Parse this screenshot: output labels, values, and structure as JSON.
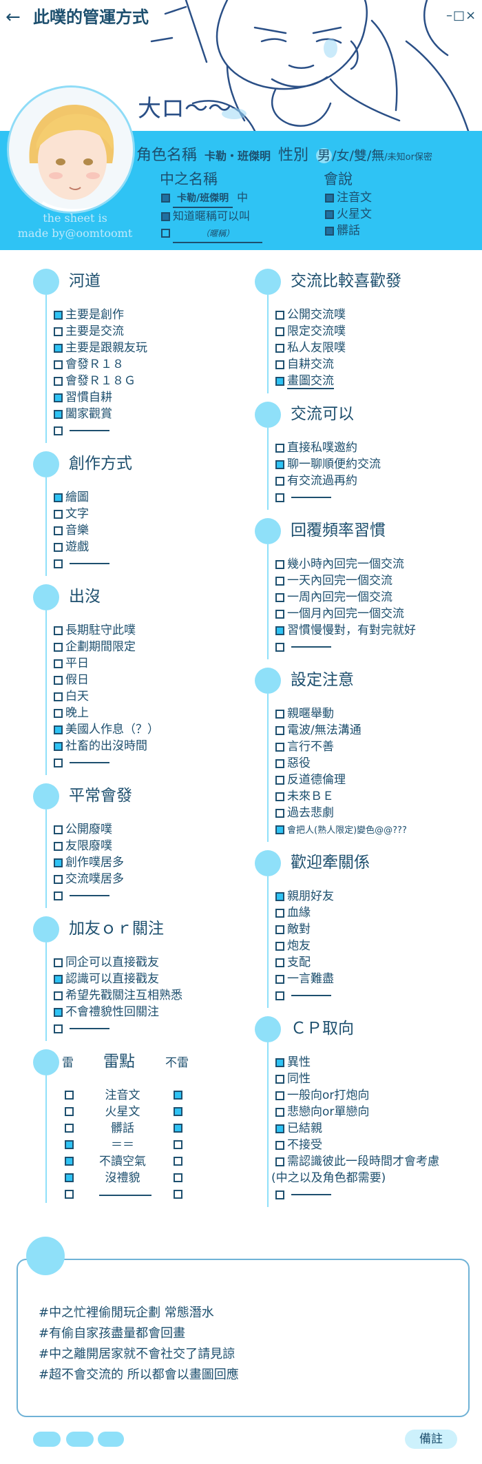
{
  "header": {
    "back_icon": "arrow-left-icon",
    "title": "此噗的管運方式",
    "window_controls": "–□×",
    "art_text": "大ロ～～"
  },
  "profile": {
    "name_label": "角色名稱",
    "name_value": "卡勒・班傑明",
    "gender_label": "性別",
    "gender_options": [
      "男",
      "/女",
      "/雙",
      "/無",
      "/未知or保密"
    ],
    "gender_selected": "男",
    "call_label": "中之名稱",
    "call_items": [
      {
        "checked": true,
        "text": "卡勒/班傑明",
        "suffix": "中"
      },
      {
        "checked": true,
        "text": "知道暱稱可以叫",
        "suffix": ""
      },
      {
        "checked": false,
        "text": "（暱稱）",
        "suffix": ""
      }
    ],
    "speak_label": "會說",
    "speak_items": [
      "注音文",
      "火星文",
      "髒話"
    ],
    "credit": [
      "the sheet is",
      "made by@oomtoomt"
    ]
  },
  "left_sections": [
    {
      "title": "河道",
      "items": [
        {
          "state": "cy",
          "text": "主要是創作"
        },
        {
          "state": "off",
          "text": "主要是交流"
        },
        {
          "state": "cy",
          "text": "主要是跟親友玩"
        },
        {
          "state": "off",
          "text": "會發Ｒ１８"
        },
        {
          "state": "off",
          "text": "會發Ｒ１８Ｇ"
        },
        {
          "state": "cy",
          "text": "習慣自耕"
        },
        {
          "state": "cy",
          "text": "闔家觀賞"
        },
        {
          "state": "off",
          "text": "",
          "blank": true
        }
      ]
    },
    {
      "title": "創作方式",
      "items": [
        {
          "state": "cy",
          "text": "繪圖"
        },
        {
          "state": "off",
          "text": "文字"
        },
        {
          "state": "off",
          "text": "音樂"
        },
        {
          "state": "off",
          "text": "遊戲"
        },
        {
          "state": "off",
          "text": "",
          "blank": true
        }
      ]
    },
    {
      "title": "出沒",
      "items": [
        {
          "state": "off",
          "text": "長期駐守此噗"
        },
        {
          "state": "off",
          "text": "企劃期間限定"
        },
        {
          "state": "off",
          "text": "平日"
        },
        {
          "state": "off",
          "text": "假日"
        },
        {
          "state": "off",
          "text": "白天"
        },
        {
          "state": "off",
          "text": "晚上"
        },
        {
          "state": "cy",
          "text": "美國人作息（？）"
        },
        {
          "state": "cy",
          "text": "社畜的出沒時間"
        },
        {
          "state": "off",
          "text": "",
          "blank": true
        }
      ]
    },
    {
      "title": "平常會發",
      "items": [
        {
          "state": "off",
          "text": "公開廢噗"
        },
        {
          "state": "off",
          "text": "友限廢噗"
        },
        {
          "state": "cy",
          "text": "創作噗居多"
        },
        {
          "state": "off",
          "text": "交流噗居多"
        },
        {
          "state": "off",
          "text": "",
          "blank": true
        }
      ]
    },
    {
      "title": "加友ｏｒ關注",
      "items": [
        {
          "state": "off",
          "text": "同企可以直接戳友"
        },
        {
          "state": "cy",
          "text": "認識可以直接戳友"
        },
        {
          "state": "off",
          "text": "希望先戳關注互相熟悉"
        },
        {
          "state": "cy",
          "text": "不會禮貌性回關注"
        },
        {
          "state": "off",
          "text": "",
          "blank": true
        }
      ]
    }
  ],
  "mines": {
    "left_label": "雷",
    "title": "雷點",
    "right_label": "不雷",
    "rows": [
      {
        "left": "off",
        "text": "注音文",
        "right": "cy"
      },
      {
        "left": "off",
        "text": "火星文",
        "right": "cy"
      },
      {
        "left": "off",
        "text": "髒話",
        "right": "cy"
      },
      {
        "left": "cy",
        "text": "＝＝",
        "right": "off"
      },
      {
        "left": "cy",
        "text": "不讀空氣",
        "right": "off"
      },
      {
        "left": "cy",
        "text": "沒禮貌",
        "right": "off"
      },
      {
        "left": "off",
        "text": "",
        "right": "off",
        "blank": true
      }
    ]
  },
  "right_sections": [
    {
      "title": "交流比較喜歡發",
      "items": [
        {
          "state": "off",
          "text": "公開交流噗"
        },
        {
          "state": "off",
          "text": "限定交流噗"
        },
        {
          "state": "off",
          "text": "私人友限噗"
        },
        {
          "state": "off",
          "text": "自耕交流"
        },
        {
          "state": "cy",
          "text": "畫圖交流",
          "underline": true
        }
      ]
    },
    {
      "title": "交流可以",
      "items": [
        {
          "state": "off",
          "text": "直接私噗邀約"
        },
        {
          "state": "cy",
          "text": "聊一聊順便約交流"
        },
        {
          "state": "off",
          "text": "有交流過再約"
        },
        {
          "state": "off",
          "text": "",
          "blank": true
        }
      ]
    },
    {
      "title": "回覆頻率習慣",
      "items": [
        {
          "state": "off",
          "text": "幾小時內回完一個交流"
        },
        {
          "state": "off",
          "text": "一天內回完一個交流"
        },
        {
          "state": "off",
          "text": "一周內回完一個交流"
        },
        {
          "state": "off",
          "text": "一個月內回完一個交流"
        },
        {
          "state": "cy",
          "text": "習慣慢慢對，有對完就好"
        },
        {
          "state": "off",
          "text": "",
          "blank": true
        }
      ]
    },
    {
      "title": "設定注意",
      "items": [
        {
          "state": "off",
          "text": "親暱舉動"
        },
        {
          "state": "off",
          "text": "電波/無法溝通"
        },
        {
          "state": "off",
          "text": "言行不善"
        },
        {
          "state": "off",
          "text": "惡役"
        },
        {
          "state": "off",
          "text": "反道德倫理"
        },
        {
          "state": "off",
          "text": "未來ＢＥ"
        },
        {
          "state": "off",
          "text": "過去悲劇"
        },
        {
          "state": "cy",
          "text": "會把人(熟人限定)變色@@???",
          "small": true
        }
      ]
    },
    {
      "title": "歡迎牽關係",
      "items": [
        {
          "state": "cy",
          "text": "親朋好友"
        },
        {
          "state": "off",
          "text": "血緣"
        },
        {
          "state": "off",
          "text": "敵對"
        },
        {
          "state": "off",
          "text": "炮友"
        },
        {
          "state": "off",
          "text": "支配"
        },
        {
          "state": "off",
          "text": "一言難盡"
        },
        {
          "state": "off",
          "text": "",
          "blank": true
        }
      ]
    },
    {
      "title": "ＣＰ取向",
      "items": [
        {
          "state": "cy",
          "text": "異性"
        },
        {
          "state": "off",
          "text": "同性"
        },
        {
          "state": "off",
          "text": "一般向or打炮向"
        },
        {
          "state": "off",
          "text": "悲戀向or單戀向"
        },
        {
          "state": "cy",
          "text": "已結親"
        },
        {
          "state": "off",
          "text": "不接受"
        },
        {
          "state": "off",
          "text": "需認識彼此一段時間才會考慮"
        },
        {
          "state": "none",
          "text": "(中之以及角色都需要)"
        },
        {
          "state": "off",
          "text": "",
          "blank": true
        }
      ]
    }
  ],
  "notes": [
    "#中之忙裡偷閒玩企劃 常態潛水",
    "#有偷自家孩盡量都會回畫",
    "#中之離開居家就不會社交了請見諒",
    "#超不會交流的 所以都會以畫圖回應"
  ],
  "footer": {
    "remarks_label": "備註"
  },
  "colors": {
    "accent": "#2fc3f4",
    "light": "#8fe0f9",
    "text": "#1d4f6e"
  }
}
